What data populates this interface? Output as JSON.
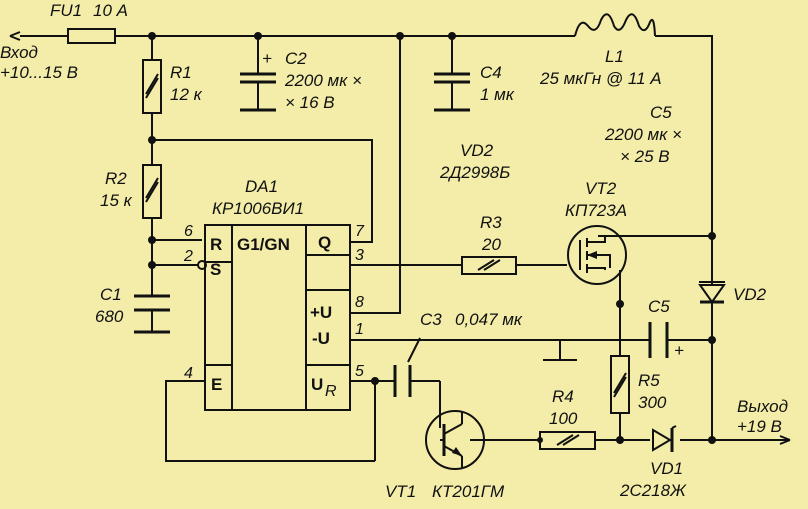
{
  "input": {
    "label": "Вход",
    "voltage": "+10...15 В"
  },
  "output": {
    "label": "Выход",
    "voltage": "+19 В"
  },
  "fuse": {
    "ref": "FU1",
    "value": "10 А"
  },
  "R1": {
    "ref": "R1",
    "value": "12 к"
  },
  "R2": {
    "ref": "R2",
    "value": "15 к"
  },
  "R3": {
    "ref": "R3",
    "value": "20"
  },
  "R4": {
    "ref": "R4",
    "value": "100"
  },
  "R5": {
    "ref": "R5",
    "value": "300"
  },
  "C1": {
    "ref": "C1",
    "value": "680"
  },
  "C2": {
    "ref": "C2",
    "value1": "2200 мк ×",
    "value2": "× 16 В",
    "polarity": "+"
  },
  "C3": {
    "ref": "C3",
    "value": "0,047 мк"
  },
  "C4": {
    "ref": "C4",
    "value": "1 мк"
  },
  "C5top": {
    "ref": "C5",
    "value1": "2200 мк ×",
    "value2": "× 25 В"
  },
  "C5bot": {
    "ref": "C5",
    "polarity": "+"
  },
  "L1": {
    "ref": "L1",
    "value": "25 мкГн @ 11 А"
  },
  "VD1": {
    "ref": "VD1",
    "part": "2С218Ж"
  },
  "VD2": {
    "ref": "VD2",
    "part": "2Д2998Б",
    "ref2": "VD2"
  },
  "VT1": {
    "ref": "VT1",
    "part": "КТ201ГМ"
  },
  "VT2": {
    "ref": "VT2",
    "part": "КП723А"
  },
  "DA1": {
    "ref": "DA1",
    "part": "КР1006ВИ1",
    "func": "G1/GN",
    "pins": {
      "R": "R",
      "S": "S",
      "E": "E",
      "plusU": "+U",
      "minusU": "-U",
      "UR": "U",
      "UR_sub": "R",
      "Q": "Q"
    },
    "pin_numbers": {
      "p6": "6",
      "p2": "2",
      "p4": "4",
      "p7": "7",
      "p3": "3",
      "p8": "8",
      "p1": "1",
      "p5": "5"
    }
  }
}
